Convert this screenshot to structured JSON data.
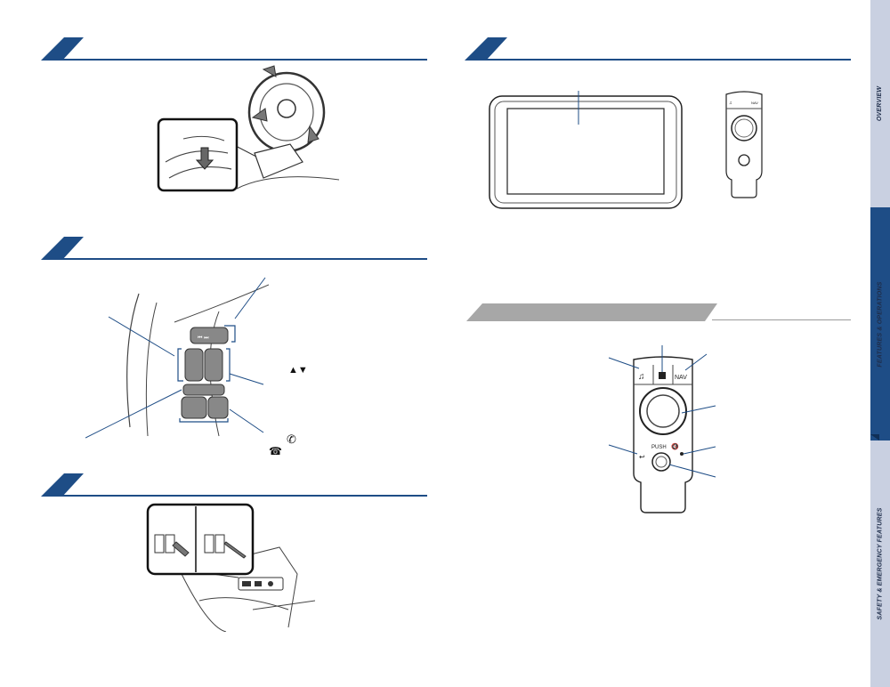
{
  "sidebar": {
    "tabs": [
      {
        "label": "OVERVIEW"
      },
      {
        "label": "FEATURES & OPERATIONS"
      },
      {
        "label": "SAFETY & EMERGENCY FEATURES"
      }
    ]
  },
  "steering_controls": {
    "arrows_symbol": "▲▼",
    "call_symbol": "📞",
    "hangup_symbol": "☎"
  },
  "commander": {
    "music_label": "♫",
    "nav_label": "NAV",
    "push_label": "PUSH"
  },
  "colors": {
    "accent_blue": "#1e4d86",
    "banner_gray": "#a7a7a7",
    "sidebar_light": "#c9d0e1"
  }
}
